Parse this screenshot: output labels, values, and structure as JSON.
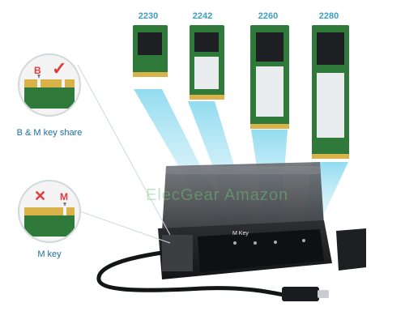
{
  "sizes": [
    "2230",
    "2242",
    "2260",
    "2280"
  ],
  "inset_bm": {
    "key_letter": "B",
    "caption": "B & M key share",
    "check_icon": "checkmark-icon"
  },
  "inset_m": {
    "key_letter": "M",
    "caption": "M key",
    "cross_icon": "cross-icon"
  },
  "watermark": "ElecGear Amazon",
  "enclosure": {
    "slot_label": "M Key"
  },
  "colors": {
    "accent_blue": "#3b9fbf",
    "caption_blue": "#1a6fa0",
    "pcb_green": "#2f7a3a",
    "check_red": "#e23b3b"
  }
}
